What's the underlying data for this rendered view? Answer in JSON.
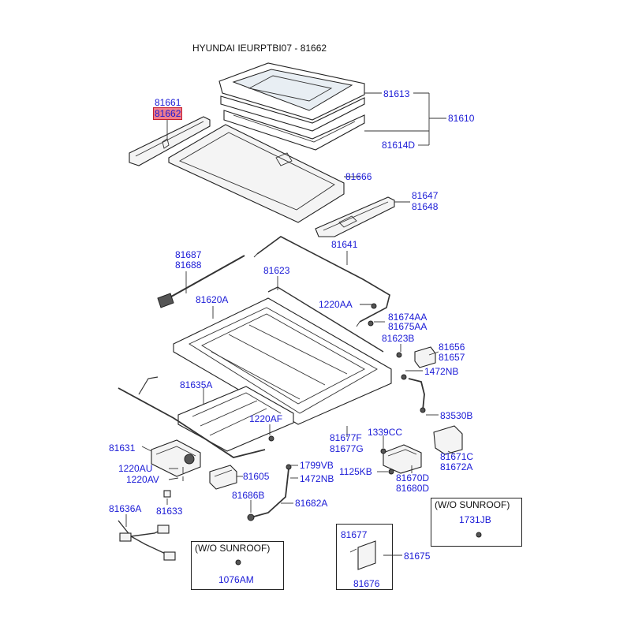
{
  "header": {
    "title": "HYUNDAI IEURPTBI07 - 81662"
  },
  "colors": {
    "label": "#1a1ad6",
    "highlight_fill": "#f07d8c",
    "highlight_border": "#c21e2e",
    "line": "#333333"
  },
  "labels": {
    "l81661": "81661",
    "l81662": "81662",
    "l81613": "81613",
    "l81610": "81610",
    "l81614D": "81614D",
    "l81666": "81666",
    "l81647": "81647",
    "l81648": "81648",
    "l81641": "81641",
    "l81687": "81687",
    "l81688": "81688",
    "l81623": "81623",
    "l81620A": "81620A",
    "l1220AA": "1220AA",
    "l81674AA": "81674AA",
    "l81675AA": "81675AA",
    "l81623B": "81623B",
    "l81656": "81656",
    "l81657": "81657",
    "l1472NB_a": "1472NB",
    "l81635A": "81635A",
    "l83530B": "83530B",
    "l1220AF": "1220AF",
    "l81677F": "81677F",
    "l81677G": "81677G",
    "l1339CC": "1339CC",
    "l81631": "81631",
    "l81671C": "81671C",
    "l81672A": "81672A",
    "l1220AU": "1220AU",
    "l1220AV": "1220AV",
    "l81605": "81605",
    "l1799VB": "1799VB",
    "l1472NB_b": "1472NB",
    "l1125KB": "1125KB",
    "l81670D": "81670D",
    "l81680D": "81680D",
    "l81686B": "81686B",
    "l81682A": "81682A",
    "l81633": "81633",
    "l81636A": "81636A",
    "l1731JB": "1731JB",
    "l1076AM": "1076AM",
    "l81677": "81677",
    "l81676": "81676",
    "l81675": "81675"
  },
  "boxes": {
    "sunroof_right": {
      "header": "(W/O SUNROOF)",
      "part": "1731JB"
    },
    "sunroof_left": {
      "header": "(W/O SUNROOF)",
      "part": "1076AM"
    }
  }
}
